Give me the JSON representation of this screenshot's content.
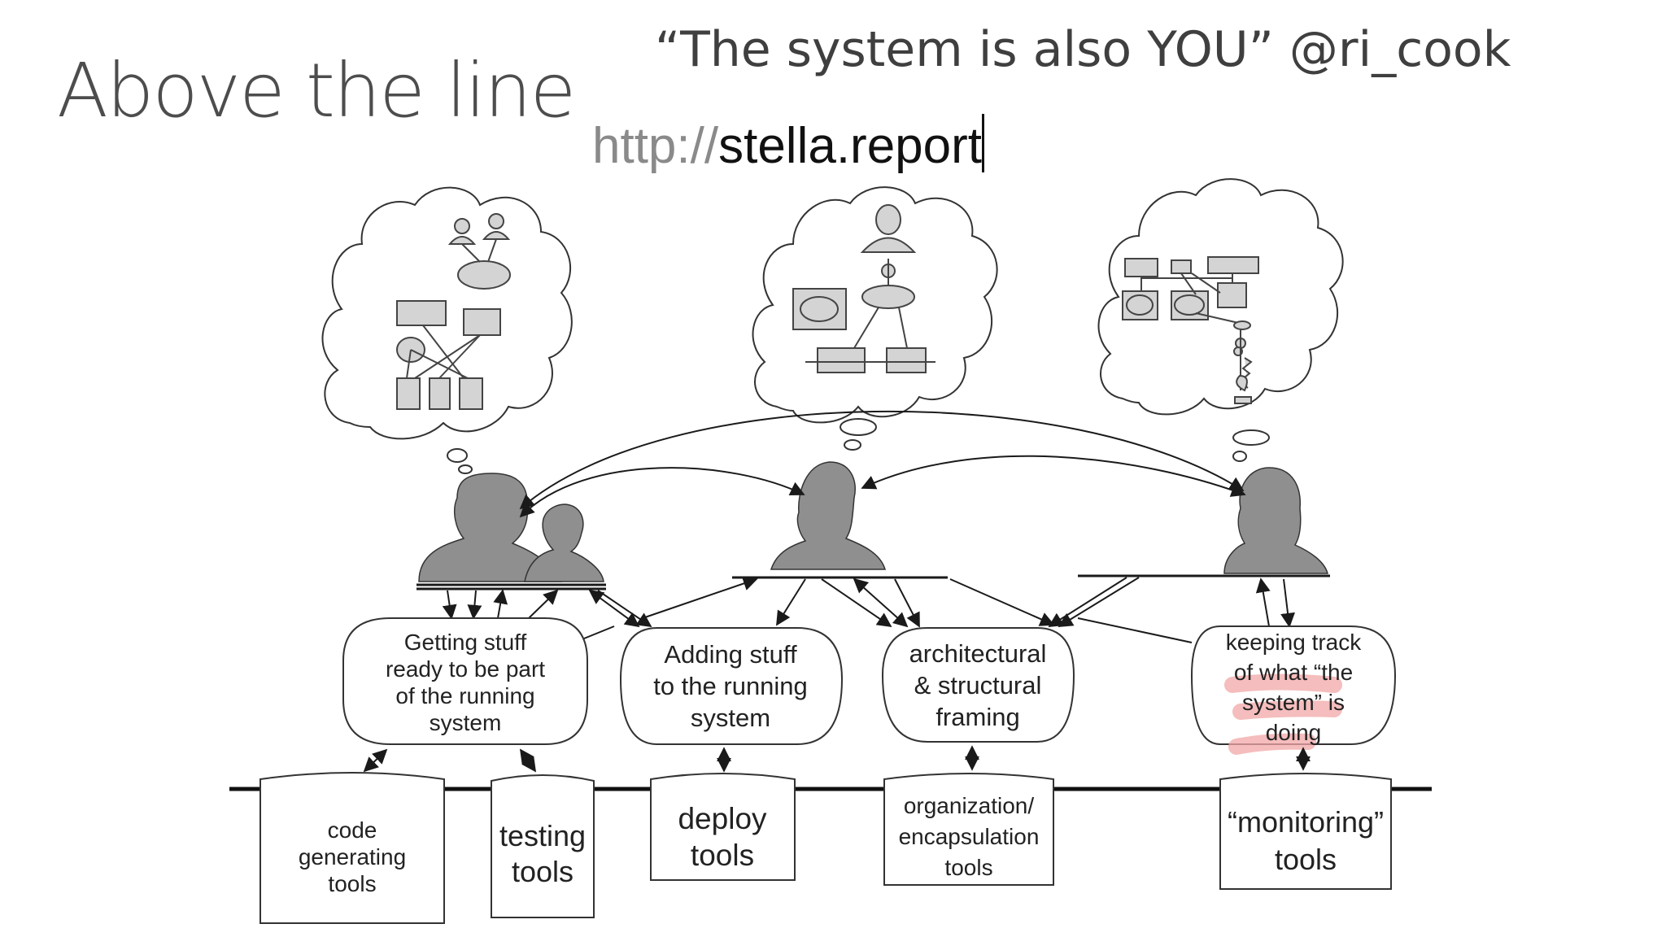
{
  "title": "Above the line",
  "quote": "“The system is also YOU” @ri_cook",
  "url": {
    "protocol": "http://",
    "host": "stella.report"
  },
  "activities": [
    {
      "lines": [
        "Getting stuff",
        "ready to be part",
        "of the running",
        "system"
      ]
    },
    {
      "lines": [
        "Adding stuff",
        "to the running",
        "system"
      ]
    },
    {
      "lines": [
        "architectural",
        "& structural",
        "framing"
      ]
    },
    {
      "lines": [
        "keeping track",
        "of what “the",
        "system” is",
        "doing"
      ]
    }
  ],
  "tools": [
    {
      "lines": [
        "code",
        "generating",
        "tools"
      ]
    },
    {
      "lines": [
        "testing",
        "tools"
      ]
    },
    {
      "lines": [
        "deploy",
        "tools"
      ]
    },
    {
      "lines": [
        "organization/",
        "encapsulation",
        "tools"
      ]
    },
    {
      "lines": [
        "“monitoring”",
        "tools"
      ]
    }
  ],
  "colors": {
    "silhouette": "#8f8f8f",
    "line": "#1a1a1a",
    "highlight": "#f2a7a7",
    "bubble_fill": "#ffffff",
    "shape_fill": "#d4d4d4"
  }
}
